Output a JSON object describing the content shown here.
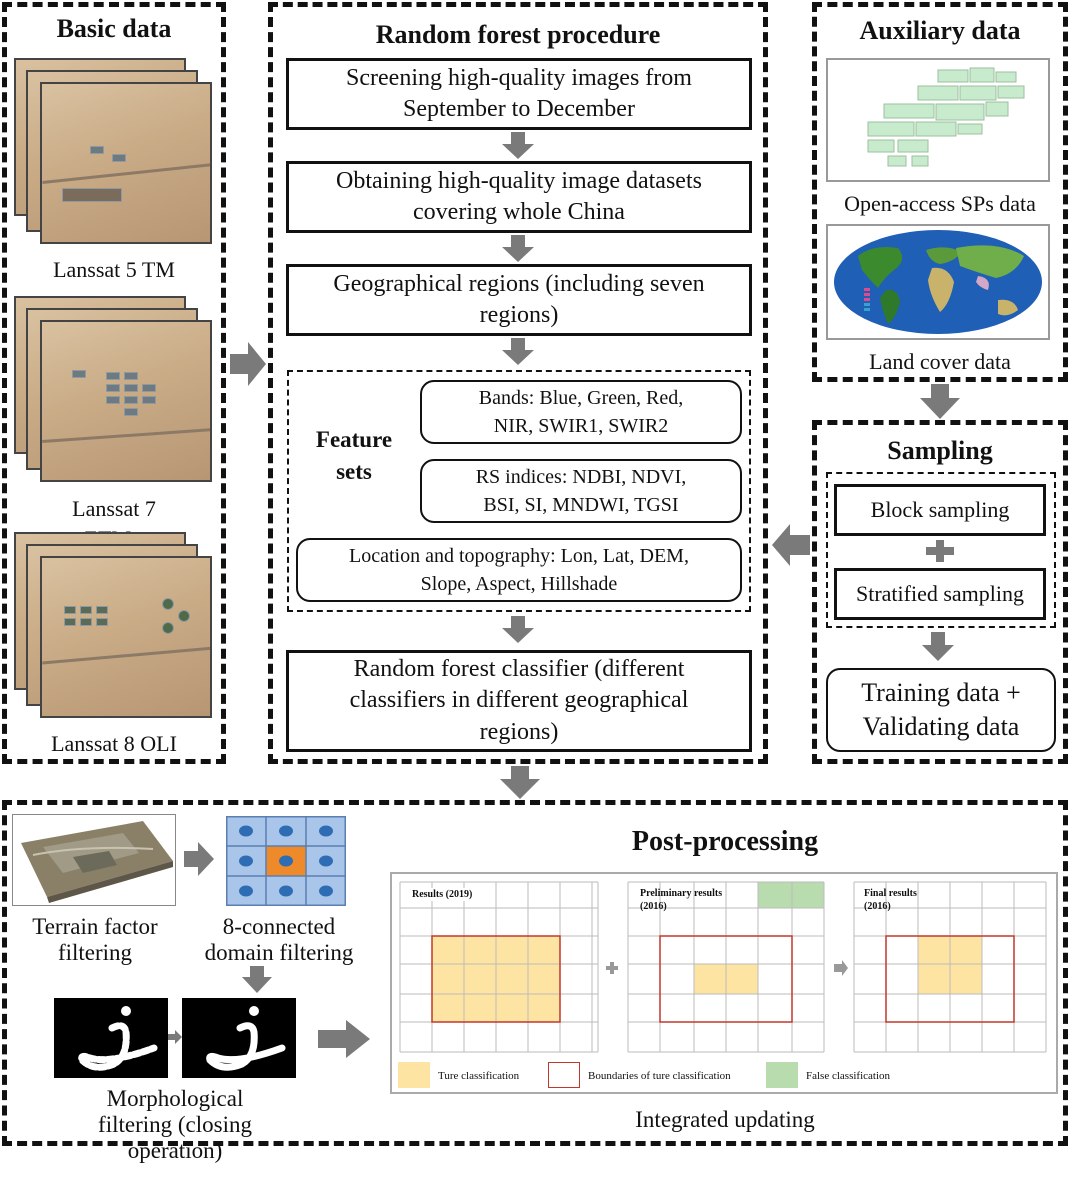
{
  "basic": {
    "title": "Basic data",
    "img1": "Lanssat 5 TM",
    "img2_line1": "Lanssat 7",
    "img2_line2": "ETM+",
    "img3": "Lanssat 8 OLI"
  },
  "rf": {
    "title": "Random forest procedure",
    "step1_l1": "Screening high-quality images from",
    "step1_l2": "September to December",
    "step2_l1": "Obtaining high-quality image datasets",
    "step2_l2": "covering whole China",
    "step3_l1": "Geographical regions (including seven",
    "step3_l2": "regions)",
    "feature_l1": "Feature",
    "feature_l2": "sets",
    "bands_l1": "Bands: Blue, Green, Red,",
    "bands_l2": "NIR, SWIR1, SWIR2",
    "rs_l1": "RS indices: NDBI, NDVI,",
    "rs_l2": "BSI, SI, MNDWI, TGSI",
    "loc_l1": "Location and topography: Lon, Lat, DEM,",
    "loc_l2": "Slope, Aspect, Hillshade",
    "clf_l1": "Random forest classifier (different",
    "clf_l2": "classifiers in different geographical",
    "clf_l3": "regions)"
  },
  "aux": {
    "title": "Auxiliary data",
    "cap1": "Open-access SPs data",
    "cap2": "Land cover data"
  },
  "sampling": {
    "title": "Sampling",
    "block": "Block sampling",
    "stratified": "Stratified sampling",
    "out_l1": "Training data +",
    "out_l2": "Validating data"
  },
  "post": {
    "title": "Post-processing",
    "terrain_l1": "Terrain factor",
    "terrain_l2": "filtering",
    "conn_l1": "8-connected",
    "conn_l2": "domain filtering",
    "morph_l1": "Morphological",
    "morph_l2": "filtering (closing",
    "morph_l3": "operation)",
    "panel1": "Results (2019)",
    "panel2_l1": "Preliminary results",
    "panel2_l2": "(2016)",
    "panel3_l1": "Final results",
    "panel3_l2": "(2016)",
    "legend_true": "Ture classification",
    "legend_bound": "Boundaries of ture classification",
    "legend_false": "False classification",
    "caption": "Integrated updating"
  },
  "colors": {
    "true_fill": "#fde4a3",
    "boundary": "#c0392b",
    "false_fill": "#b9dcaf",
    "arrow": "#7a7a7a",
    "grid_blue": "#a9c6ea",
    "dot_blue": "#2e6db4",
    "center_orange": "#ef8a2a"
  }
}
